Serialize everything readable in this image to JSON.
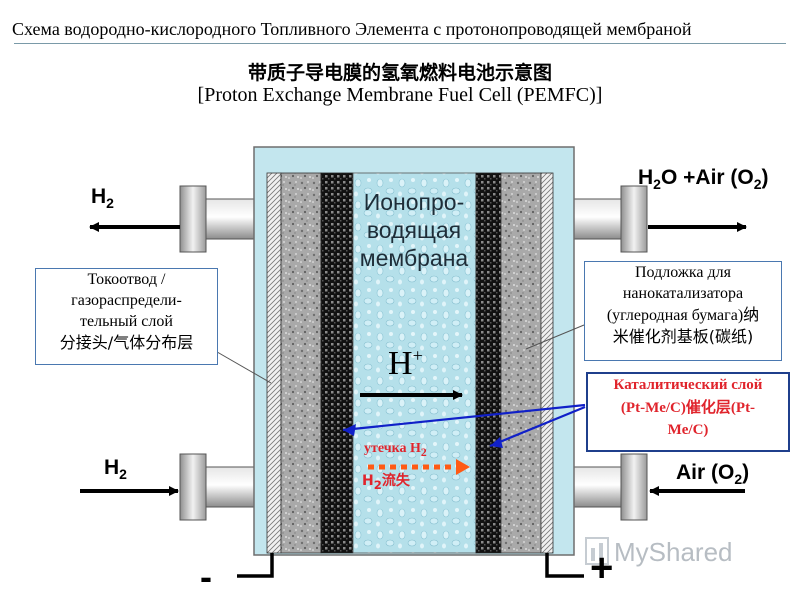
{
  "header": {
    "title_ru": "Схема водородно-кислородного Топливного Элемента с протонопроводящей мембраной",
    "title_zh": "带质子导电膜的氢氧燃料电池示意图",
    "title_en": "[Proton Exchange Membrane Fuel Cell (PEMFC)]"
  },
  "ports": {
    "top_left": {
      "main": "H",
      "sub": "2"
    },
    "bottom_left": {
      "main": "H",
      "sub": "2"
    },
    "top_right": {
      "p1": "H",
      "s1": "2",
      "p2": "O +Air (O",
      "s2": "2",
      "p3": ")"
    },
    "bottom_right": {
      "p1": "Air (O",
      "s1": "2",
      "p2": ")"
    }
  },
  "membrane": {
    "line1": "Ионопро-",
    "line2": "водящая",
    "line3": "мембрана"
  },
  "proton": {
    "main": "H",
    "sup": "+"
  },
  "leak": {
    "ru_text": "утечка H",
    "ru_sub": "2",
    "zh_prefix": "H",
    "zh_sub": "2",
    "zh_text": "流失"
  },
  "callouts": {
    "current_collector": {
      "line1": "Токоотвод /",
      "line2": "газораспредели-",
      "line3": "тельный слой",
      "line4": "分接头/气体分布层"
    },
    "substrate": {
      "line1": "Подложка для",
      "line2": "нанокатализатора",
      "line3a": "(углеродная бумага)",
      "line3b": "纳",
      "line4": "米催化剂基板(碳纸)"
    },
    "catalyst": {
      "line1": "Каталитический слой",
      "line2a": "(Pt-Me/C)",
      "line2b": "催化层",
      "line2c": "(Pt-",
      "line3": "Me/C)"
    }
  },
  "terminals": {
    "minus": "-",
    "plus": "+"
  },
  "watermark": "MyShared",
  "colors": {
    "cell_fill": "#c3e6ee",
    "membrane_fill": "#b5e0ea",
    "arrow_blue": "#1020c8",
    "leak_red": "#e0242c",
    "leak_arrow": "#ff5a14",
    "catalyst_border": "#1f3f8c"
  }
}
